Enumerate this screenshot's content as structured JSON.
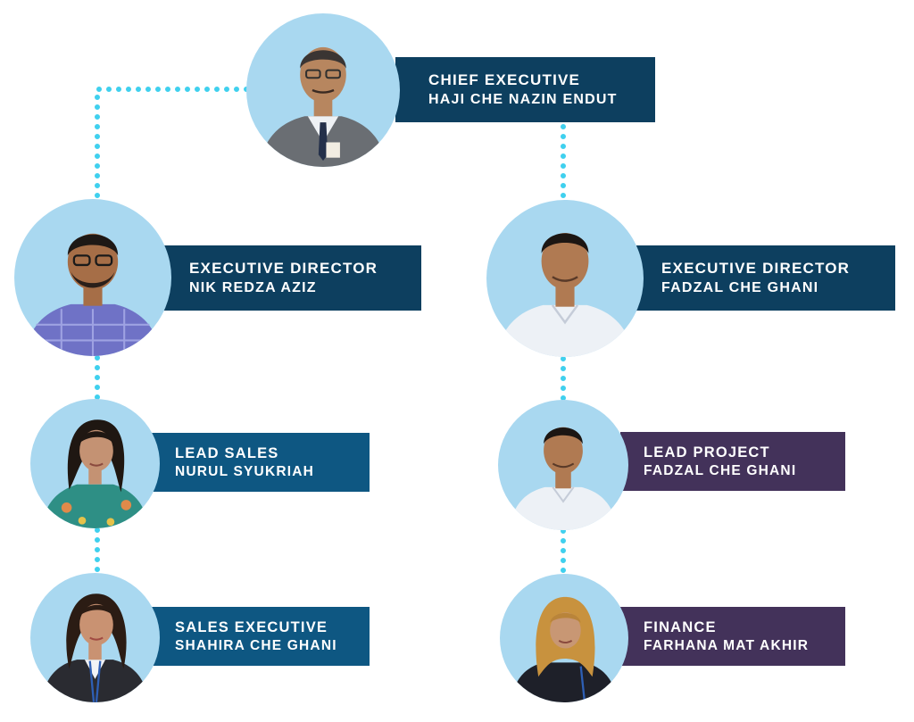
{
  "colors": {
    "connector": "#3fd0ee",
    "plate_dark": "#0d3f5f",
    "plate_blue": "#0e5782",
    "plate_purple": "#43325a",
    "avatar_background": "#a9d8f0"
  },
  "org_chart": {
    "nodes": [
      {
        "id": "chief",
        "role": "CHIEF EXECUTIVE",
        "name": "HAJI CHE NAZIN ENDUT",
        "plate_color": "#0d3f5f",
        "avatar": "portrait-icon"
      },
      {
        "id": "ed-left",
        "role": "EXECUTIVE DIRECTOR",
        "name": "NIK REDZA AZIZ",
        "plate_color": "#0d3f5f",
        "avatar": "portrait-icon"
      },
      {
        "id": "ed-right",
        "role": "EXECUTIVE DIRECTOR",
        "name": "FADZAL CHE GHANI",
        "plate_color": "#0d3f5f",
        "avatar": "portrait-icon"
      },
      {
        "id": "lead-sales",
        "role": "LEAD SALES",
        "name": "NURUL SYUKRIAH",
        "plate_color": "#0e5782",
        "avatar": "portrait-icon"
      },
      {
        "id": "lead-project",
        "role": "LEAD PROJECT",
        "name": "FADZAL CHE GHANI",
        "plate_color": "#43325a",
        "avatar": "portrait-icon"
      },
      {
        "id": "sales-exec",
        "role": "SALES EXECUTIVE",
        "name": "SHAHIRA CHE GHANI",
        "plate_color": "#0e5782",
        "avatar": "portrait-icon"
      },
      {
        "id": "finance",
        "role": "FINANCE",
        "name": "FARHANA MAT AKHIR",
        "plate_color": "#43325a",
        "avatar": "portrait-icon"
      }
    ],
    "links": [
      {
        "from": "chief",
        "to": "ed-left"
      },
      {
        "from": "chief",
        "to": "ed-right"
      },
      {
        "from": "ed-left",
        "to": "lead-sales"
      },
      {
        "from": "lead-sales",
        "to": "sales-exec"
      },
      {
        "from": "ed-right",
        "to": "lead-project"
      },
      {
        "from": "lead-project",
        "to": "finance"
      }
    ]
  }
}
